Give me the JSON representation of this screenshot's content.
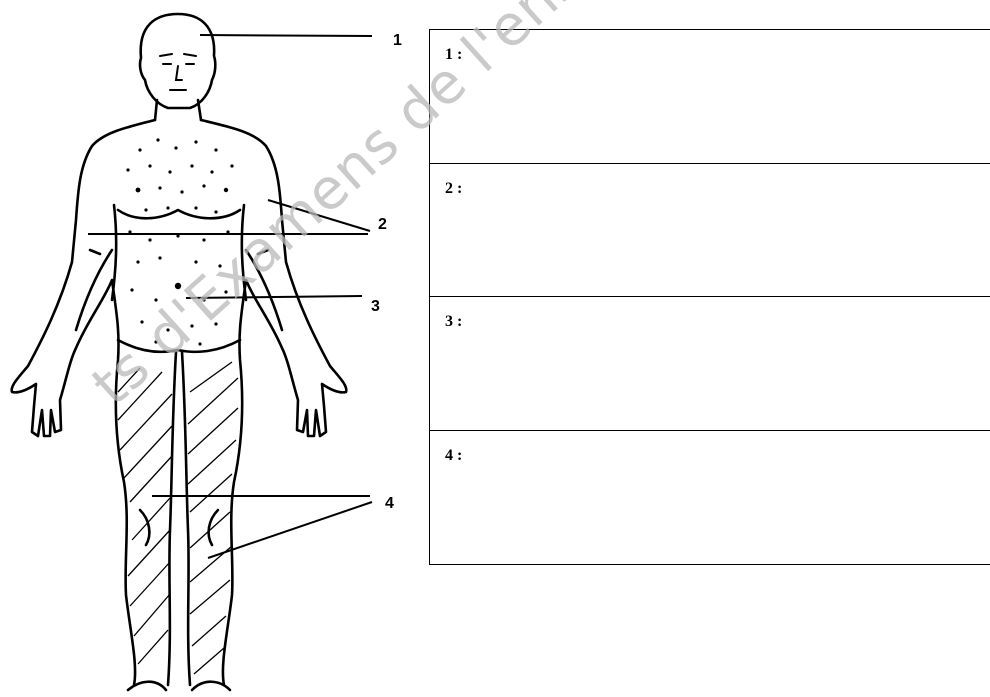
{
  "callouts": [
    "1",
    "2",
    "3",
    "4"
  ],
  "answer_rows": [
    {
      "label": "1 :"
    },
    {
      "label": "2 :"
    },
    {
      "label": "3 :"
    },
    {
      "label": "4 :"
    }
  ],
  "watermark": "ts d'Examens de l'enseignement",
  "colors": {
    "ink": "#000000",
    "watermark": "#b9b9b9",
    "background": "#ffffff"
  }
}
